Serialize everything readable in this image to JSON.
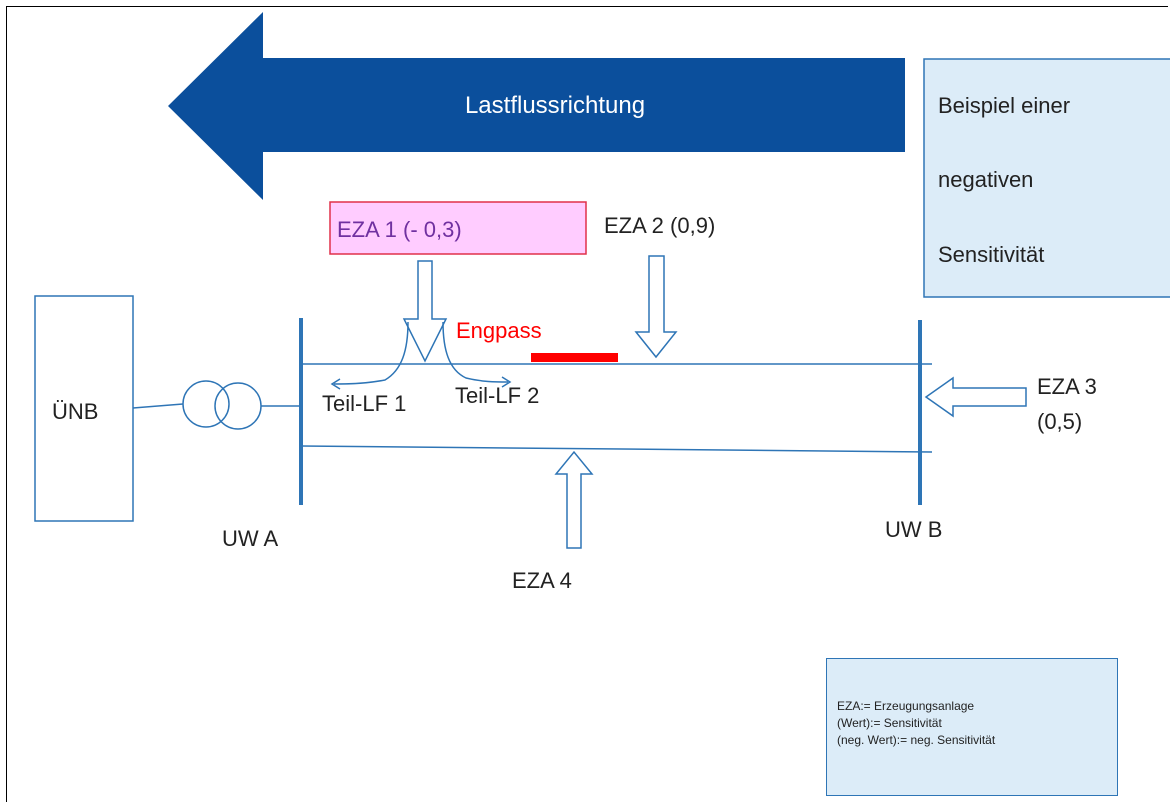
{
  "arrow_label": "Lastflussrichtung",
  "info_box": {
    "lines": [
      "Beispiel einer",
      "negativen",
      "Sensitivität"
    ]
  },
  "uenb_label": "ÜNB",
  "substations": {
    "a": "UW A",
    "b": "UW B"
  },
  "congestion_label": "Engpass",
  "generators": {
    "eza1": "EZA 1 (- 0,3)",
    "eza2": "EZA 2 (0,9)",
    "eza3_line1": "EZA 3",
    "eza3_line2": "(0,5)",
    "eza4": "EZA 4"
  },
  "partial_flows": {
    "lf1": "Teil-LF 1",
    "lf2": "Teil-LF 2"
  },
  "legend": {
    "line1": "EZA:= Erzeugungsanlage",
    "line2": "(Wert):= Sensitivität",
    "line3": "(neg. Wert):= neg. Sensitivität"
  },
  "colors": {
    "big_arrow": "#0b4f9c",
    "line": "#2e75b6",
    "congestion": "#ff0000",
    "eza1_text": "#7030a0",
    "eza1_fill": "#ffccff",
    "eza1_border": "#e0304a",
    "info_fill": "#dcecf8"
  }
}
